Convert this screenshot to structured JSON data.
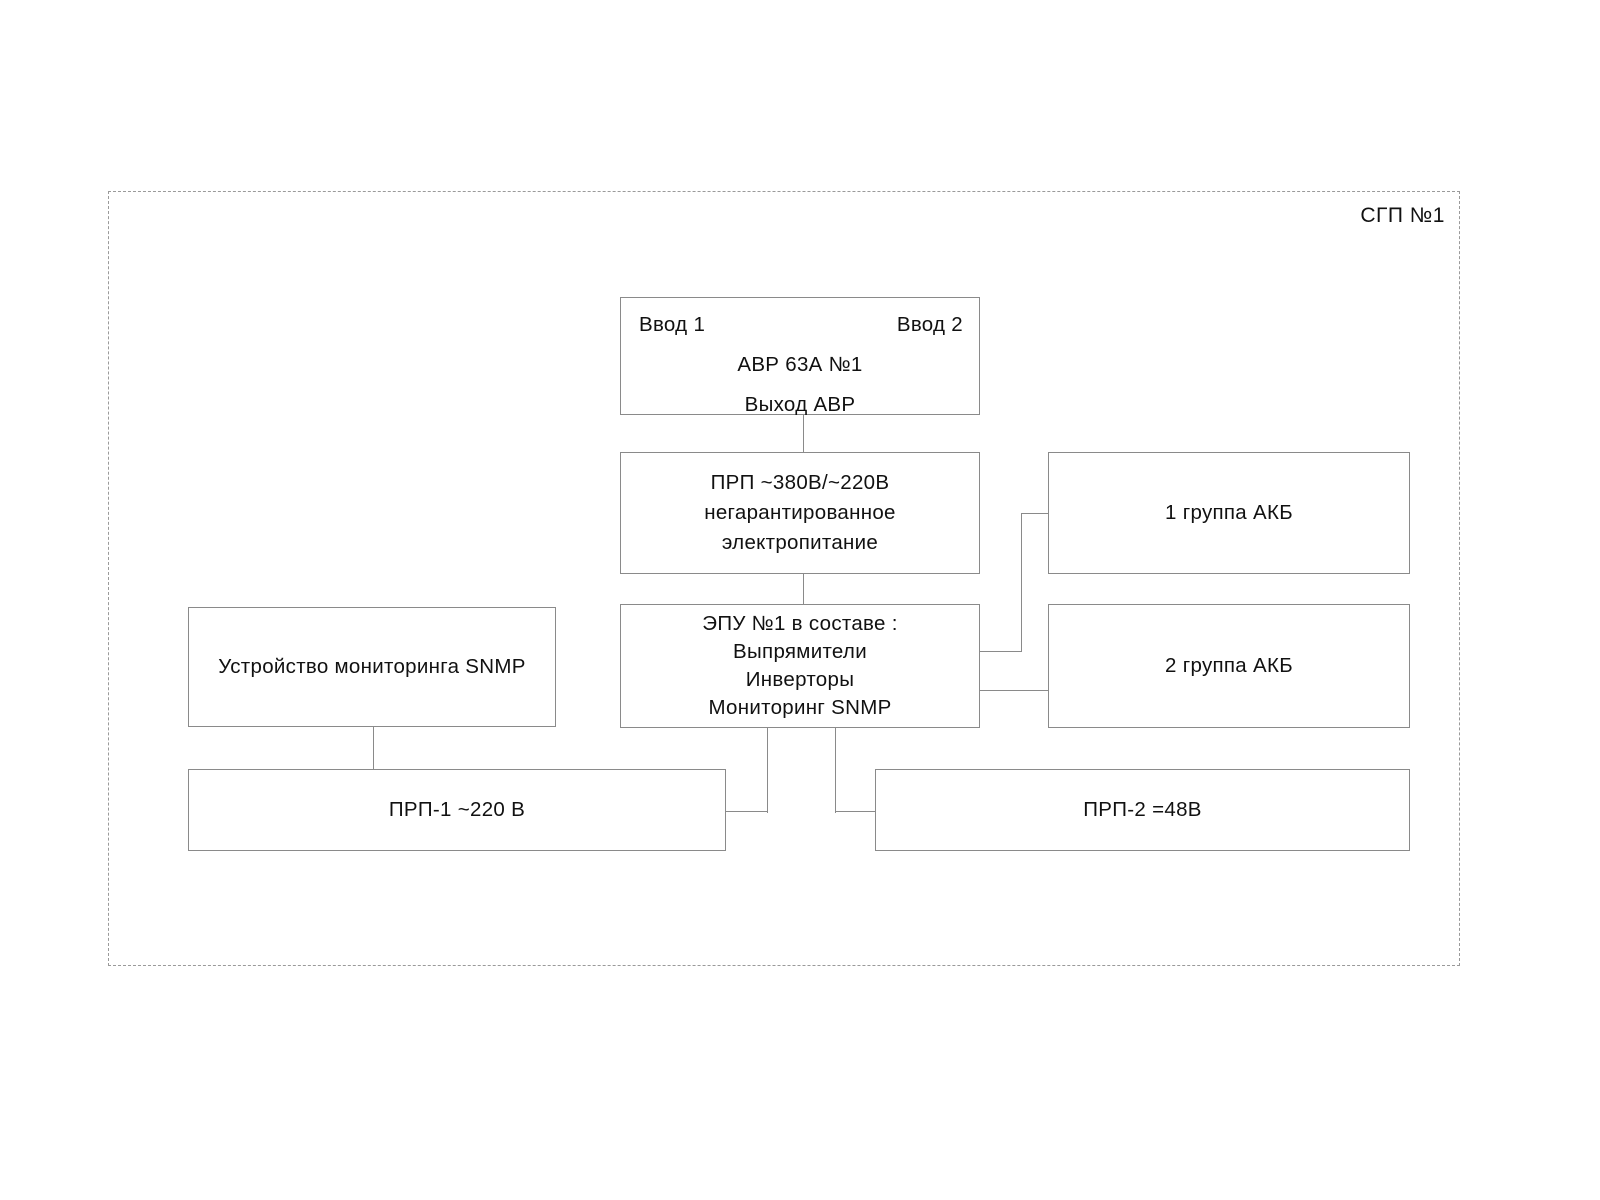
{
  "diagram": {
    "title": "СГП №1",
    "enclosure_label": "СГП №1",
    "line_color": "#8a8a8a",
    "dash_color": "#9a9a9a",
    "text_color": "#111111",
    "background": "#ffffff"
  },
  "blocks": {
    "avr": {
      "input1": "Ввод 1",
      "input2": "Ввод 2",
      "title": "АВР 63А №1",
      "output": "Выход АВР"
    },
    "prp_main": {
      "line1": "ПРП ~380В/~220В",
      "line2": "негарантированное",
      "line3": "электропитание"
    },
    "epu": {
      "line1": "ЭПУ №1 в составе :",
      "line2": "Выпрямители",
      "line3": "Инверторы",
      "line4": "Мониторинг SNMP"
    },
    "snmp_monitor": {
      "label": "Устройство мониторинга SNMP"
    },
    "battery_group_1": {
      "label": "1 группа АКБ"
    },
    "battery_group_2": {
      "label": "2 группа АКБ"
    },
    "prp_1": {
      "label": "ПРП-1 ~220 В"
    },
    "prp_2": {
      "label": "ПРП-2 =48В"
    }
  }
}
